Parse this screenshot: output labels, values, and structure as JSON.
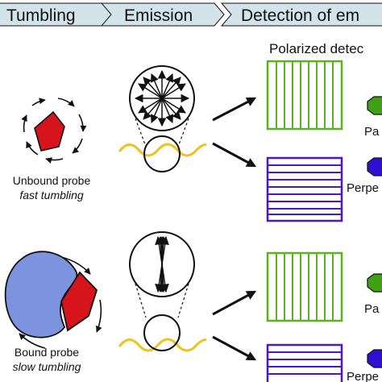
{
  "header": {
    "steps": [
      "Tumbling",
      "Emission",
      "Detection of em"
    ]
  },
  "detector_title": "Polarized detec",
  "rows": [
    {
      "probe_label": "Unbound probe",
      "probe_sublabel": "fast tumbling",
      "parallel_label": "Pa",
      "perpendicular_label": "Perpe"
    },
    {
      "probe_label": "Bound probe",
      "probe_sublabel": "slow tumbling",
      "parallel_label": "Pa",
      "perpendicular_label": "Perpe"
    }
  ],
  "colors": {
    "header_fill": "#d3e3ea",
    "probe_red": "#d7141c",
    "protein_blue": "#7e93e0",
    "wave_yellow": "#f1c21b",
    "parallel_green": "#5ab21f",
    "perpendicular_purple": "#4b17c6",
    "icon_green": "#3fa014",
    "icon_purple": "#2f0fd2"
  },
  "icons": [
    "eye-icon-parallel",
    "eye-icon-perpendicular"
  ]
}
